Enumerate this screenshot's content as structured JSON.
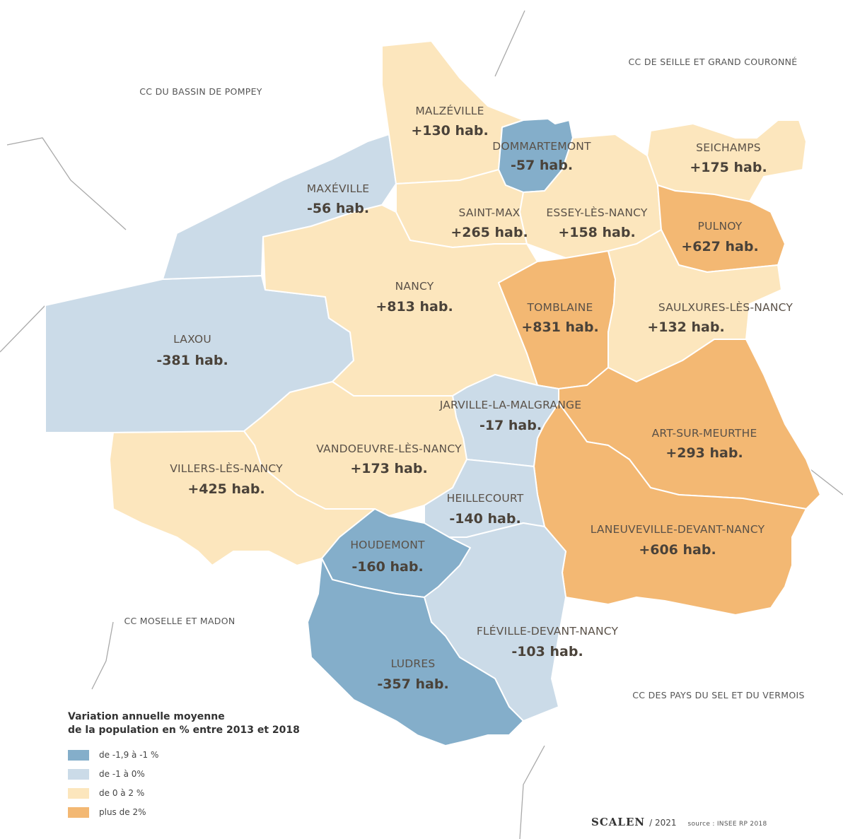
{
  "neighbors": [
    {
      "id": "pompey",
      "name": "CC DU BASSIN DE POMPEY"
    },
    {
      "id": "seille",
      "name": "CC DE SEILLE ET GRAND COURONNÉ"
    },
    {
      "id": "moselle",
      "name": "CC MOSELLE ET MADON"
    },
    {
      "id": "sel",
      "name": "CC DES PAYS DU SEL ET DU VERMOIS"
    }
  ],
  "communes": [
    {
      "id": "malzeville",
      "name": "MALZÉVILLE",
      "value": "+130 hab.",
      "class": 2
    },
    {
      "id": "dommartemont",
      "name": "DOMMARTEMONT",
      "value": "-57 hab.",
      "class": 0
    },
    {
      "id": "seichamps",
      "name": "SEICHAMPS",
      "value": "+175 hab.",
      "class": 2
    },
    {
      "id": "maxeville",
      "name": "MAXÉVILLE",
      "value": "-56 hab.",
      "class": 1
    },
    {
      "id": "saint-max",
      "name": "SAINT-MAX",
      "value": "+265 hab.",
      "class": 2
    },
    {
      "id": "essey",
      "name": "ESSEY-LÈS-NANCY",
      "value": "+158 hab.",
      "class": 2
    },
    {
      "id": "pulnoy",
      "name": "PULNOY",
      "value": "+627 hab.",
      "class": 3
    },
    {
      "id": "nancy",
      "name": "NANCY",
      "value": "+813 hab.",
      "class": 2
    },
    {
      "id": "tomblaine",
      "name": "TOMBLAINE",
      "value": "+831 hab.",
      "class": 3
    },
    {
      "id": "saulxures",
      "name": "SAULXURES-LÈS-NANCY",
      "value": "+132 hab.",
      "class": 2
    },
    {
      "id": "laxou",
      "name": "LAXOU",
      "value": "-381 hab.",
      "class": 1
    },
    {
      "id": "jarville",
      "name": "JARVILLE-LA-MALGRANGE",
      "value": "-17 hab.",
      "class": 1
    },
    {
      "id": "art-sur-meurthe",
      "name": "ART-SUR-MEURTHE",
      "value": "+293 hab.",
      "class": 3
    },
    {
      "id": "vandoeuvre",
      "name": "VANDOEUVRE-LÈS-NANCY",
      "value": "+173 hab.",
      "class": 2
    },
    {
      "id": "villers",
      "name": "VILLERS-LÈS-NANCY",
      "value": "+425 hab.",
      "class": 2
    },
    {
      "id": "heillecourt",
      "name": "HEILLECOURT",
      "value": "-140 hab.",
      "class": 1
    },
    {
      "id": "laneuveville",
      "name": "LANEUVEVILLE-DEVANT-NANCY",
      "value": "+606 hab.",
      "class": 3
    },
    {
      "id": "houdemont",
      "name": "HOUDEMONT",
      "value": "-160 hab.",
      "class": 0
    },
    {
      "id": "fleville",
      "name": "FLÉVILLE-DEVANT-NANCY",
      "value": "-103 hab.",
      "class": 1
    },
    {
      "id": "ludres",
      "name": "LUDRES",
      "value": "-357 hab.",
      "class": 0
    }
  ],
  "legend": {
    "title_line1": "Variation annuelle moyenne",
    "title_line2": "de la population en % entre 2013 et 2018",
    "items": [
      {
        "label": "de -1,9 à -1 %",
        "color": "#84aeca"
      },
      {
        "label": "de -1 à 0%",
        "color": "#cbdbe8"
      },
      {
        "label": "de 0 à 2 %",
        "color": "#fce6bd"
      },
      {
        "label": "plus de 2%",
        "color": "#f3b873"
      }
    ]
  },
  "credits": {
    "logo": "SCALEN",
    "year": "/ 2021",
    "source": "source : INSEE RP 2018"
  }
}
